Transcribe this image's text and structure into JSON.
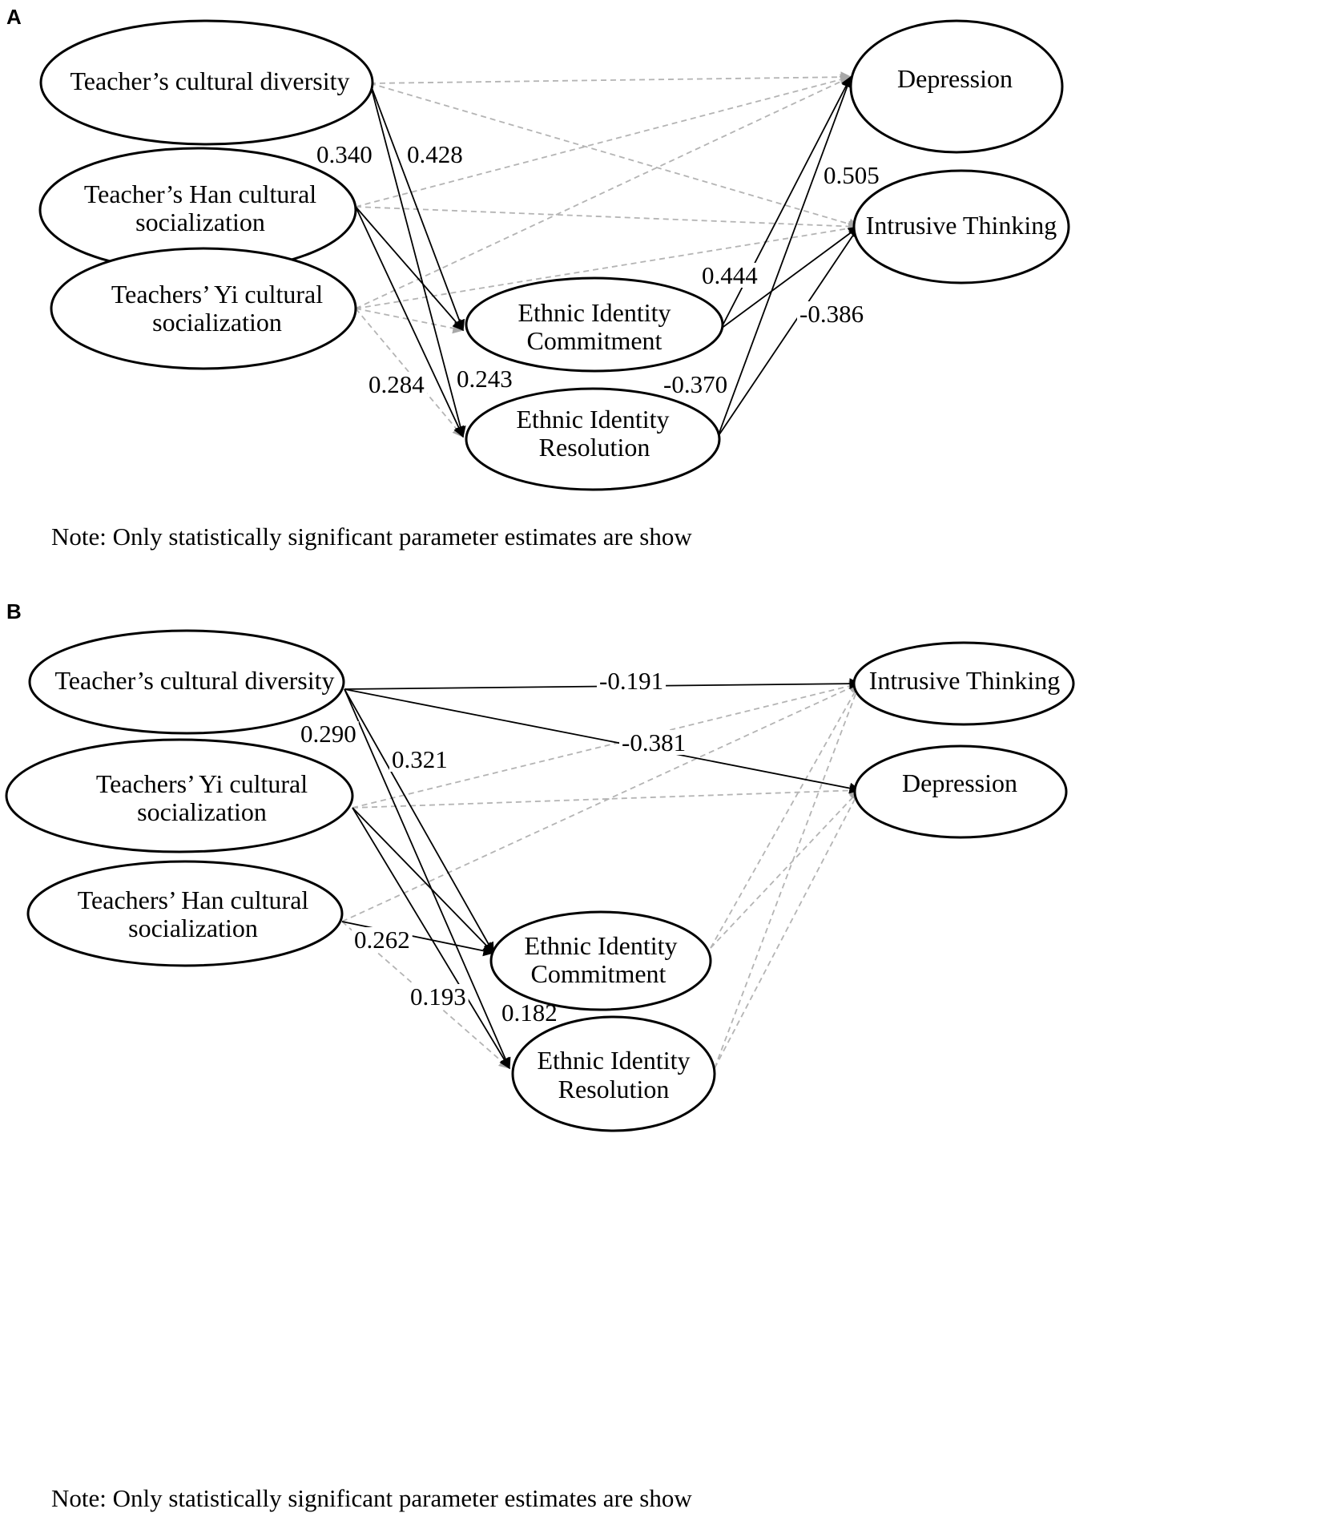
{
  "panels": [
    {
      "letter": "A",
      "note": "Note: Only statistically significant parameter estimates are show",
      "nodes": {
        "tcd": [
          "Teacher’s cultural diversity"
        ],
        "thcs": [
          "Teacher’s Han cultural",
          "socialization"
        ],
        "tycs": [
          "Teachers’ Yi cultural",
          "socialization"
        ],
        "eic": [
          "Ethnic Identity",
          "Commitment"
        ],
        "eir": [
          "Ethnic Identity",
          "Resolution"
        ],
        "dep": [
          "Depression"
        ],
        "it": [
          "Intrusive Thinking"
        ]
      },
      "edges": [
        {
          "from": "tcd",
          "to": "dep",
          "significant": false
        },
        {
          "from": "tcd",
          "to": "it",
          "significant": false
        },
        {
          "from": "thcs",
          "to": "dep",
          "significant": false
        },
        {
          "from": "thcs",
          "to": "it",
          "significant": false
        },
        {
          "from": "tycs",
          "to": "dep",
          "significant": false
        },
        {
          "from": "tycs",
          "to": "it",
          "significant": false
        },
        {
          "from": "tycs",
          "to": "eic",
          "significant": false
        },
        {
          "from": "tycs",
          "to": "eir",
          "significant": false
        },
        {
          "from": "tcd",
          "to": "eic",
          "significant": true,
          "label": "0.428"
        },
        {
          "from": "tcd",
          "to": "eir",
          "significant": true,
          "label": "0.243"
        },
        {
          "from": "thcs",
          "to": "eic",
          "significant": true,
          "label": "0.340"
        },
        {
          "from": "thcs",
          "to": "eir",
          "significant": true,
          "label": "0.284"
        },
        {
          "from": "eic",
          "to": "dep",
          "significant": true,
          "label": "0.444"
        },
        {
          "from": "eic",
          "to": "it",
          "significant": true,
          "label": "0.505"
        },
        {
          "from": "eir",
          "to": "dep",
          "significant": true,
          "label": "-0.370"
        },
        {
          "from": "eir",
          "to": "it",
          "significant": true,
          "label": "-0.386"
        }
      ]
    },
    {
      "letter": "B",
      "note": "Note: Only statistically significant parameter estimates are show",
      "nodes": {
        "tcd": [
          "Teacher’s cultural diversity"
        ],
        "tycs": [
          "Teachers’ Yi cultural",
          "socialization"
        ],
        "thcs": [
          "Teachers’ Han cultural",
          "socialization"
        ],
        "eic": [
          "Ethnic Identity",
          "Commitment"
        ],
        "eir": [
          "Ethnic Identity",
          "Resolution"
        ],
        "it": [
          "Intrusive Thinking"
        ],
        "dep": [
          "Depression"
        ]
      },
      "edges": [
        {
          "from": "tycs",
          "to": "it",
          "significant": false
        },
        {
          "from": "tycs",
          "to": "dep",
          "significant": false
        },
        {
          "from": "thcs",
          "to": "it",
          "significant": false
        },
        {
          "from": "thcs",
          "to": "eir",
          "significant": false
        },
        {
          "from": "eic",
          "to": "it",
          "significant": false
        },
        {
          "from": "eic",
          "to": "dep",
          "significant": false
        },
        {
          "from": "eir",
          "to": "it",
          "significant": false
        },
        {
          "from": "eir",
          "to": "dep",
          "significant": false
        },
        {
          "from": "tcd",
          "to": "it",
          "significant": true,
          "label": "-0.191"
        },
        {
          "from": "tcd",
          "to": "dep",
          "significant": true,
          "label": "-0.381"
        },
        {
          "from": "tcd",
          "to": "eic",
          "significant": true,
          "label": "0.321"
        },
        {
          "from": "tcd",
          "to": "eir",
          "significant": true,
          "label": "0.290"
        },
        {
          "from": "tycs",
          "to": "eic",
          "significant": true,
          "label": "0.193"
        },
        {
          "from": "tycs",
          "to": "eir",
          "significant": true,
          "label": "0.182"
        },
        {
          "from": "thcs",
          "to": "eic",
          "significant": true,
          "label": "0.262"
        }
      ]
    }
  ]
}
